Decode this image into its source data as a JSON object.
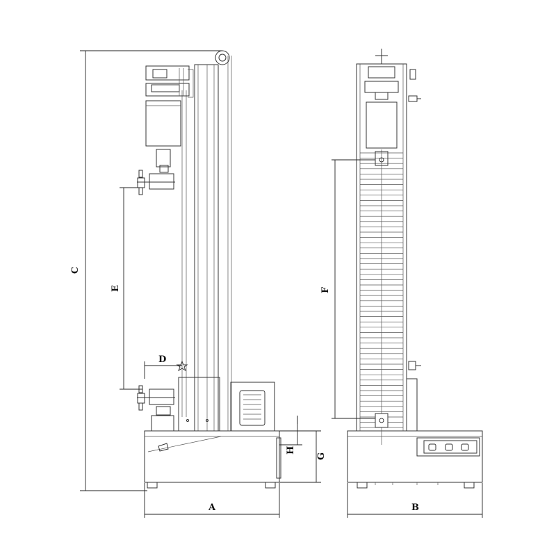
{
  "dimensions": {
    "a": "A",
    "b": "B",
    "c": "C",
    "d": "D",
    "e": "E",
    "f": "F",
    "g": "G",
    "h": "H"
  }
}
